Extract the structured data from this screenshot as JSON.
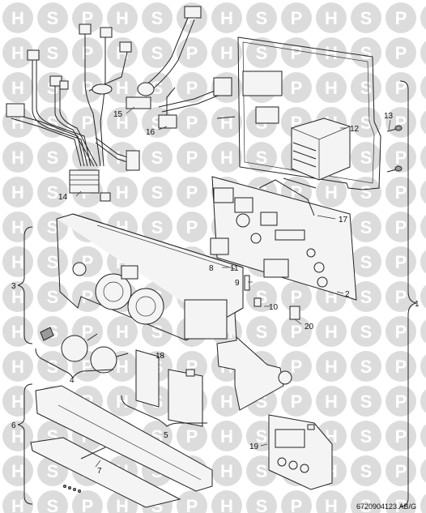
{
  "watermark": {
    "letters": [
      "H",
      "S",
      "P"
    ],
    "color": "#dcdcdc"
  },
  "callouts": {
    "p1": "1",
    "p2": "2",
    "p3": "3",
    "p4": "4",
    "p5": "5",
    "p6": "6",
    "p7": "7",
    "p8": "8",
    "p9": "9",
    "p10": "10",
    "p11": "11",
    "p12": "12",
    "p13": "13",
    "p14": "14",
    "p15": "15",
    "p16": "16",
    "p17": "17",
    "p18": "18",
    "p19": "19",
    "p20": "20"
  },
  "reference": "6720904123.AB/G"
}
